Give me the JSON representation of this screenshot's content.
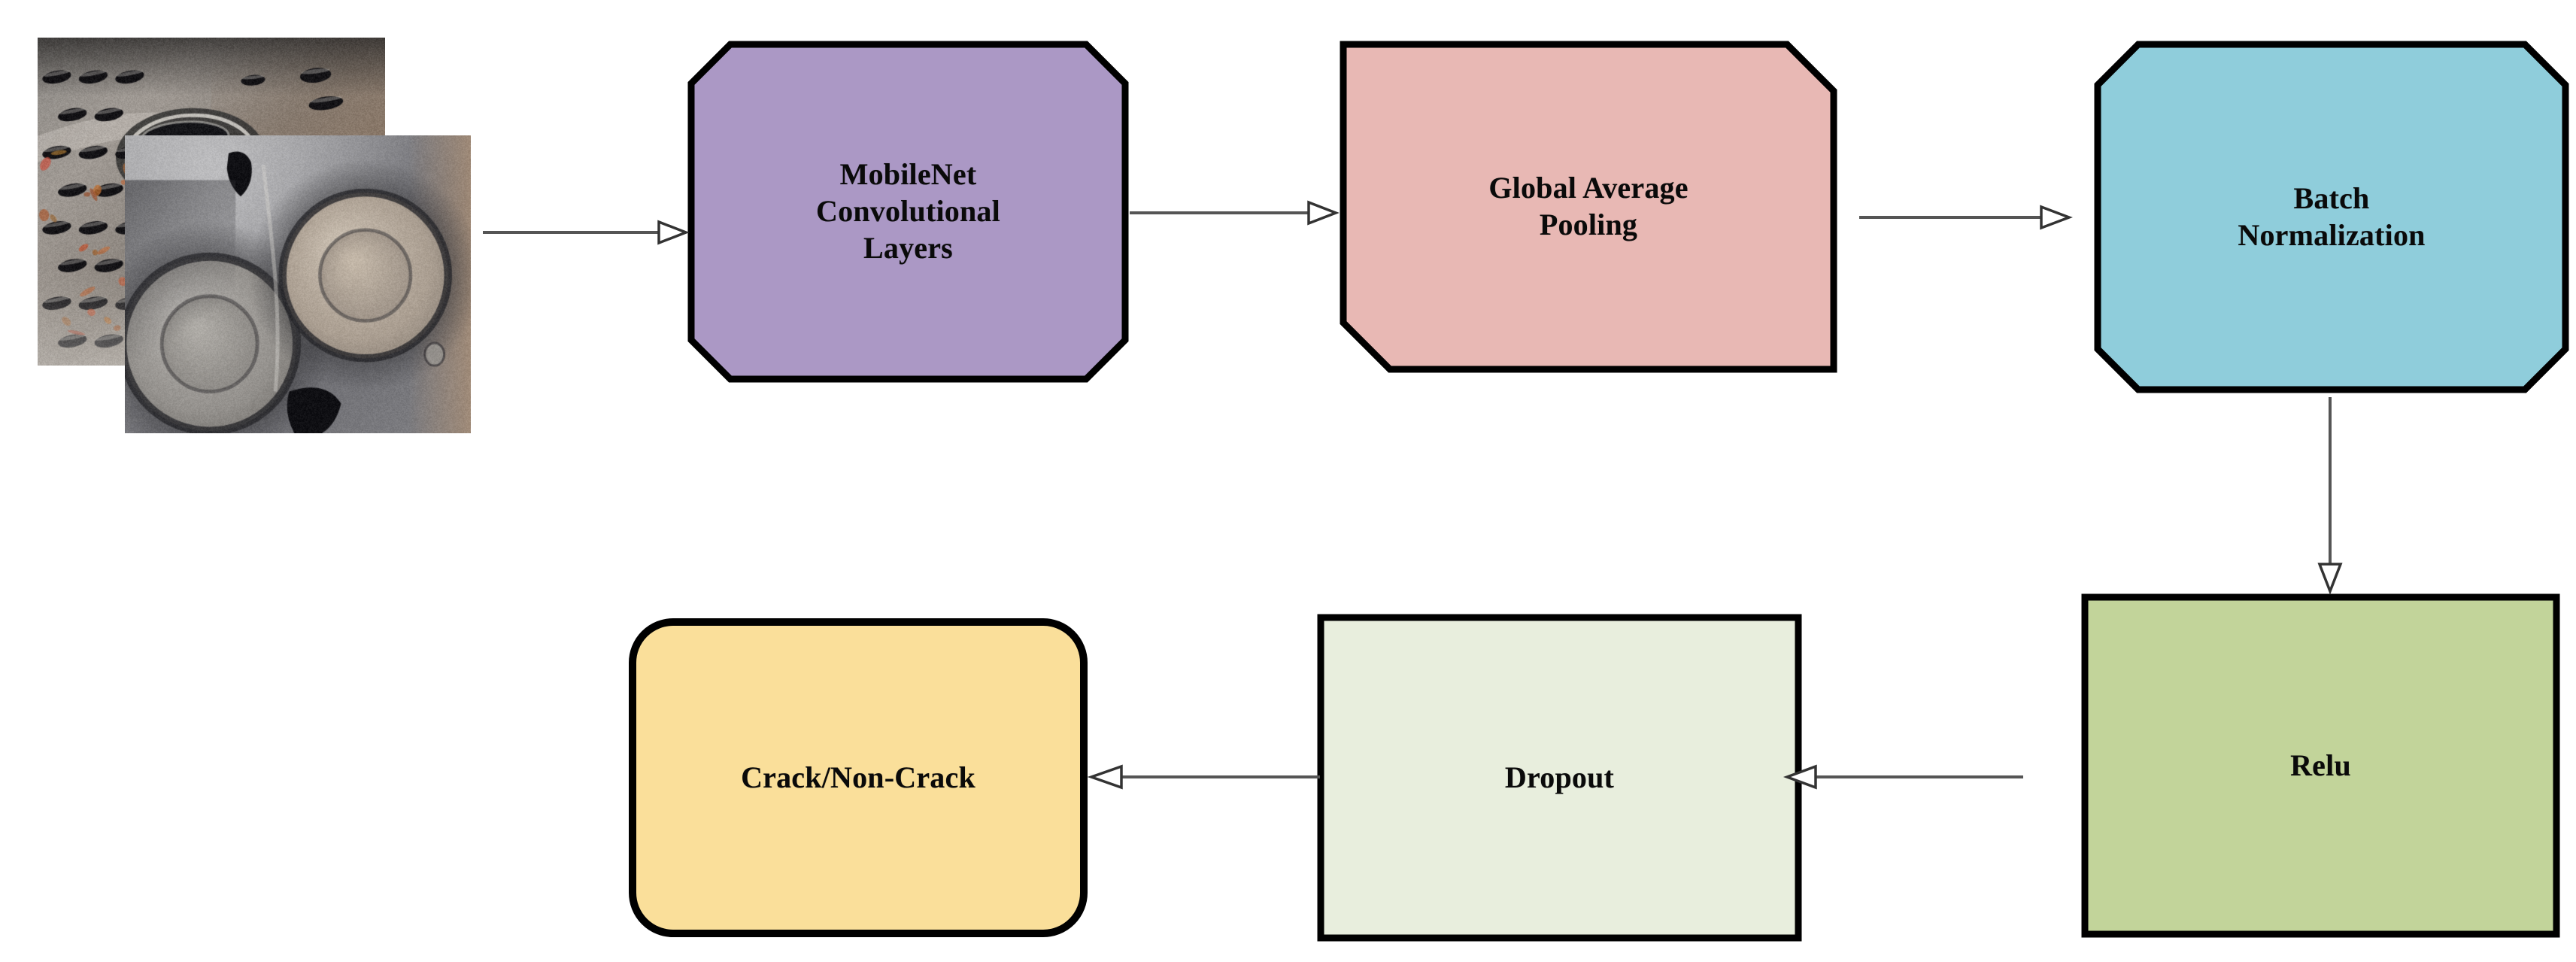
{
  "diagram": {
    "title": "MobileNet based crack classification pipeline",
    "background_color": "#ffffff",
    "edge_color": "#555555",
    "node_border_color": "#000000",
    "text_color": "#0a0a0a"
  },
  "inputs": {
    "back_photo": {
      "name": "engine-cylinder-head-photo-back",
      "description": "Photograph of a metal engine cylinder head surface with bolt holes and an oval valve port"
    },
    "front_photo": {
      "name": "engine-cylinder-head-photo-front",
      "description": "Close-up photograph of two circular valve seats on a cylinder head"
    }
  },
  "nodes": [
    {
      "id": "mobilenet",
      "label": "MobileNet\nConvolutional\nLayers",
      "shape": "octagon",
      "fill": "#ab98c5",
      "font_size": 40
    },
    {
      "id": "global-average-pooling",
      "label": "Global Average\nPooling",
      "shape": "cut-tr-bl",
      "fill": "#e8b8b4",
      "font_size": 40
    },
    {
      "id": "batch-normalization",
      "label": "Batch\nNormalization",
      "shape": "octagon",
      "fill": "#8fcddb",
      "font_size": 40
    },
    {
      "id": "relu",
      "label": "Relu",
      "shape": "rect",
      "fill": "#c2d49a",
      "font_size": 40
    },
    {
      "id": "dropout",
      "label": "Dropout",
      "shape": "rect",
      "fill": "#e8eedd",
      "font_size": 40
    },
    {
      "id": "crack-non-crack",
      "label": "Crack/Non-Crack",
      "shape": "rounded-rect",
      "fill": "#fadf9a",
      "font_size": 40
    }
  ],
  "edges": [
    {
      "id": "edge-input-to-mobilenet",
      "from": "input-photos",
      "to": "mobilenet",
      "direction": "right"
    },
    {
      "id": "edge-mobilenet-to-gap",
      "from": "mobilenet",
      "to": "global-average-pooling",
      "direction": "right"
    },
    {
      "id": "edge-gap-to-batchnorm",
      "from": "global-average-pooling",
      "to": "batch-normalization",
      "direction": "right"
    },
    {
      "id": "edge-batchnorm-to-relu",
      "from": "batch-normalization",
      "to": "relu",
      "direction": "down"
    },
    {
      "id": "edge-relu-to-dropout",
      "from": "relu",
      "to": "dropout",
      "direction": "left"
    },
    {
      "id": "edge-dropout-to-crack",
      "from": "dropout",
      "to": "crack-non-crack",
      "direction": "left"
    }
  ]
}
